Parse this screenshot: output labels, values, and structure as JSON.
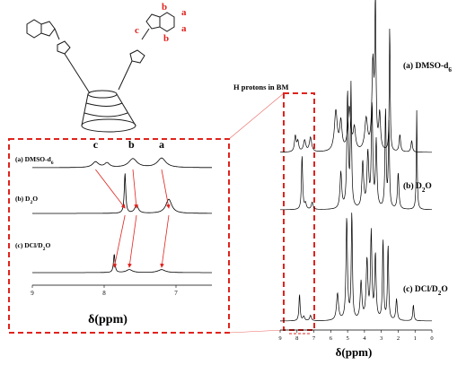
{
  "chart_data": [
    {
      "type": "line",
      "panel": "full",
      "xlabel": "δ(ppm)",
      "x_ticks": [
        9,
        8,
        7,
        6,
        5,
        4,
        3,
        2,
        1,
        0
      ],
      "xlim": [
        9,
        0
      ],
      "annotation": "H protons in BM",
      "series": [
        {
          "name": "(a) DMSO-d6",
          "label_main": "(a) DMSO-d",
          "label_sub": "6",
          "peaks": [
            {
              "x": 8.1,
              "h": 0.11,
              "w": 0.06
            },
            {
              "x": 7.95,
              "h": 0.07,
              "w": 0.06
            },
            {
              "x": 7.55,
              "h": 0.08,
              "w": 0.08
            },
            {
              "x": 7.2,
              "h": 0.1,
              "w": 0.08
            },
            {
              "x": 5.7,
              "h": 0.28,
              "w": 0.1
            },
            {
              "x": 5.4,
              "h": 0.2,
              "w": 0.08
            },
            {
              "x": 4.9,
              "h": 0.3,
              "w": 0.1
            },
            {
              "x": 4.6,
              "h": 0.15,
              "w": 0.08
            },
            {
              "x": 3.9,
              "h": 0.22,
              "w": 0.1
            },
            {
              "x": 3.5,
              "h": 0.6,
              "w": 0.07
            },
            {
              "x": 3.35,
              "h": 1.0,
              "w": 0.04
            },
            {
              "x": 3.1,
              "h": 0.25,
              "w": 0.06
            },
            {
              "x": 2.5,
              "h": 0.9,
              "w": 0.03
            },
            {
              "x": 1.9,
              "h": 0.12,
              "w": 0.05
            },
            {
              "x": 1.2,
              "h": 0.08,
              "w": 0.05
            }
          ]
        },
        {
          "name": "(b) D2O",
          "label_main": "(b) D",
          "label_sub": "2",
          "label_end": "O",
          "peaks": [
            {
              "x": 7.7,
              "h": 0.45,
              "w": 0.04
            },
            {
              "x": 7.5,
              "h": 0.05,
              "w": 0.06
            },
            {
              "x": 7.1,
              "h": 0.06,
              "w": 0.06
            },
            {
              "x": 5.4,
              "h": 0.3,
              "w": 0.06
            },
            {
              "x": 5.0,
              "h": 0.95,
              "w": 0.05
            },
            {
              "x": 4.8,
              "h": 1.0,
              "w": 0.04
            },
            {
              "x": 4.1,
              "h": 0.38,
              "w": 0.06
            },
            {
              "x": 3.8,
              "h": 0.45,
              "w": 0.06
            },
            {
              "x": 3.55,
              "h": 0.85,
              "w": 0.05
            },
            {
              "x": 3.3,
              "h": 0.55,
              "w": 0.05
            },
            {
              "x": 2.75,
              "h": 0.82,
              "w": 0.04
            },
            {
              "x": 2.55,
              "h": 0.7,
              "w": 0.04
            },
            {
              "x": 2.0,
              "h": 0.3,
              "w": 0.05
            },
            {
              "x": 0.9,
              "h": 0.82,
              "w": 0.03
            }
          ]
        },
        {
          "name": "(c) DCl/D2O",
          "label_main": "(c) DCl/D",
          "label_sub": "2",
          "label_end": "O",
          "peaks": [
            {
              "x": 7.85,
              "h": 0.25,
              "w": 0.04
            },
            {
              "x": 7.6,
              "h": 0.04,
              "w": 0.06
            },
            {
              "x": 7.2,
              "h": 0.05,
              "w": 0.06
            },
            {
              "x": 5.6,
              "h": 0.25,
              "w": 0.07
            },
            {
              "x": 5.05,
              "h": 0.95,
              "w": 0.05
            },
            {
              "x": 4.75,
              "h": 1.0,
              "w": 0.04
            },
            {
              "x": 4.2,
              "h": 0.35,
              "w": 0.06
            },
            {
              "x": 3.85,
              "h": 0.55,
              "w": 0.06
            },
            {
              "x": 3.6,
              "h": 0.8,
              "w": 0.05
            },
            {
              "x": 3.35,
              "h": 0.6,
              "w": 0.05
            },
            {
              "x": 2.9,
              "h": 0.75,
              "w": 0.04
            },
            {
              "x": 2.6,
              "h": 0.7,
              "w": 0.04
            },
            {
              "x": 2.1,
              "h": 0.2,
              "w": 0.05
            },
            {
              "x": 1.1,
              "h": 0.15,
              "w": 0.04
            }
          ]
        }
      ]
    },
    {
      "type": "line",
      "panel": "inset",
      "xlabel": "δ(ppm)",
      "x_ticks": [
        9,
        8,
        7
      ],
      "xlim": [
        9,
        6.5
      ],
      "peak_labels": [
        {
          "text": "c",
          "x": 8.12
        },
        {
          "text": "b",
          "x": 7.62
        },
        {
          "text": "a",
          "x": 7.2
        }
      ],
      "series": [
        {
          "name": "(a) DMSO-d6",
          "label_main": "(a) DMSO-d",
          "label_sub": "6",
          "peaks": [
            {
              "x": 8.12,
              "h": 0.45,
              "w": 0.05
            },
            {
              "x": 7.96,
              "h": 0.35,
              "w": 0.04
            },
            {
              "x": 7.6,
              "h": 0.7,
              "w": 0.07
            },
            {
              "x": 7.2,
              "h": 0.75,
              "w": 0.07
            }
          ]
        },
        {
          "name": "(b) D2O",
          "label_main": "(b) D",
          "label_sub": "2",
          "label_end": "O",
          "peaks": [
            {
              "x": 7.71,
              "h": 1.0,
              "w": 0.012
            },
            {
              "x": 7.55,
              "h": 0.2,
              "w": 0.03
            },
            {
              "x": 7.1,
              "h": 0.35,
              "w": 0.05
            }
          ]
        },
        {
          "name": "(c) DCl/D2O",
          "label_main": "(c) DCl/D",
          "label_sub": "2",
          "label_end": "O",
          "peaks": [
            {
              "x": 7.86,
              "h": 0.95,
              "w": 0.012
            },
            {
              "x": 7.65,
              "h": 0.15,
              "w": 0.05
            },
            {
              "x": 7.2,
              "h": 0.15,
              "w": 0.06
            }
          ]
        }
      ]
    }
  ],
  "molecule": {
    "ring_labels": [
      "b",
      "a",
      "a",
      "b",
      "c"
    ]
  },
  "colors": {
    "spectrum": "#000000",
    "highlight": "#e0231d",
    "structure": "#1a1a1a"
  }
}
